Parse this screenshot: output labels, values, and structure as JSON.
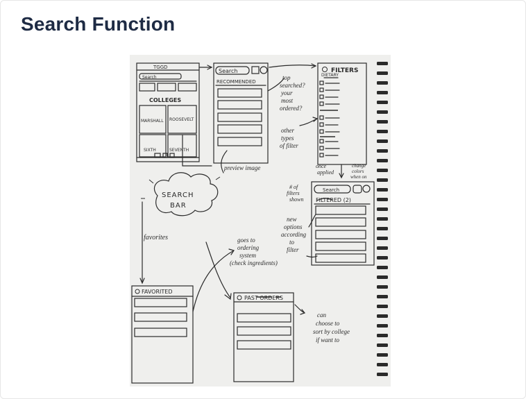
{
  "page": {
    "title": "Search Function"
  },
  "sketch": {
    "home": {
      "title": "TGGD",
      "search": "Search",
      "colleges_heading": "COLLEGES",
      "colleges": [
        "MARSHALL",
        "ROOSEVELT",
        "SIXTH",
        "SEVENTH"
      ]
    },
    "search_screen": {
      "search": "Search",
      "section": "RECOMMENDED"
    },
    "filters": {
      "title": "FILTERS",
      "section": "DIETARY"
    },
    "filtered_screen": {
      "search": "Search",
      "section": "FILTERED (2)"
    },
    "favorited": {
      "title": "FAVORITED"
    },
    "past_orders": {
      "title": "PAST ORDERS"
    },
    "center": {
      "label_line1": "SEARCH",
      "label_line2": "BAR"
    },
    "notes": {
      "top_searched": [
        "top",
        "searched?",
        "your",
        "most",
        "ordered?"
      ],
      "other_types": [
        "other",
        "types",
        "of filter"
      ],
      "preview_image": "preview image",
      "once_applied": [
        "once",
        "applied"
      ],
      "change_colors": [
        "change",
        "colors",
        "when on"
      ],
      "num_filters": [
        "# of",
        "filters",
        "shown"
      ],
      "new_options": [
        "new",
        "options",
        "according",
        "to",
        "filter"
      ],
      "favorites": "favorites",
      "ordering": [
        "goes to",
        "ordering",
        "system",
        "(check ingredients)"
      ],
      "sort_college": [
        "can",
        "choose to",
        "sort by college",
        "if want to"
      ]
    }
  }
}
